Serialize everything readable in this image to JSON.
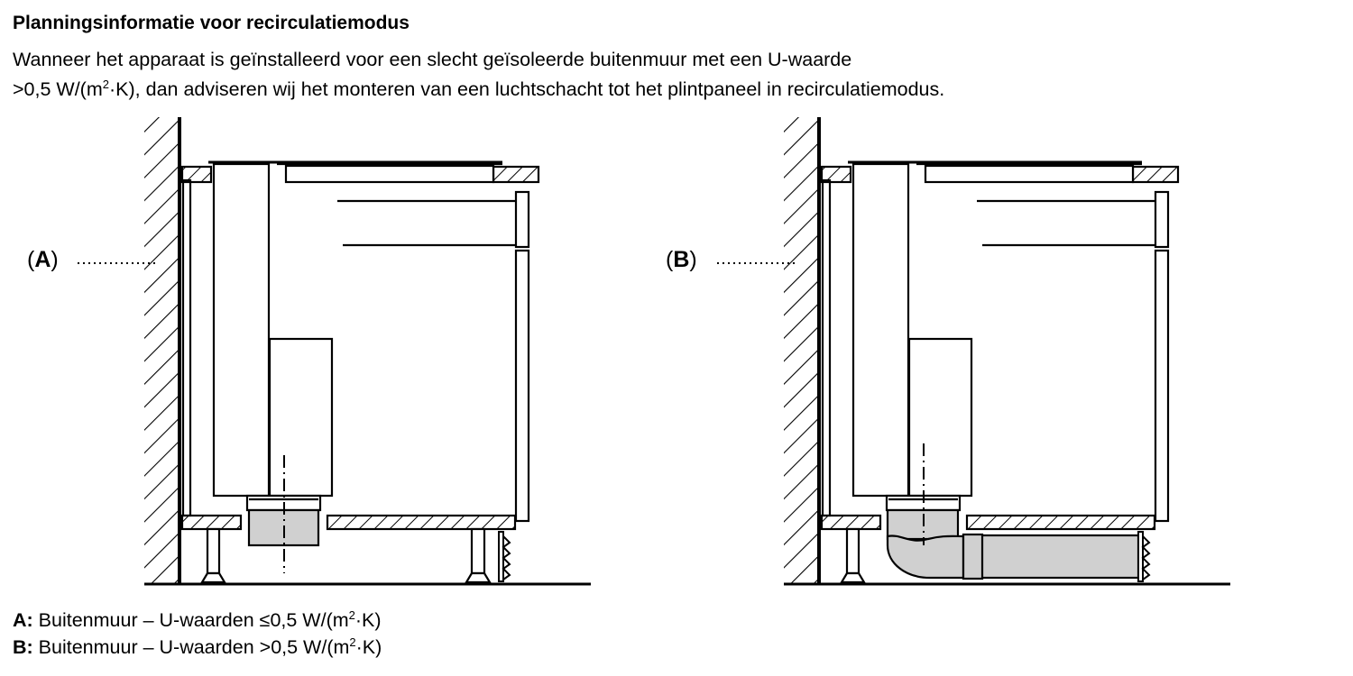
{
  "title": "Planningsinformatie voor recirculatiemodus",
  "paragraph": {
    "line1": "Wanneer het apparaat is geïnstalleerd voor een slecht geïsoleerde buitenmuur met een U-waarde",
    "line2_pre": ">0,5 W/(m",
    "line2_sup": "2",
    "line2_post": "·K), dan adviseren wij het monteren van een luchtschacht tot het plintpaneel in recirculatiemodus."
  },
  "diagrams": [
    {
      "label": "A",
      "open": "(",
      "close": ")"
    },
    {
      "label": "B",
      "open": "(",
      "close": ")"
    }
  ],
  "legend": [
    {
      "key": "A:",
      "text_pre": " Buitenmuur – U-waarden ≤0,5 W/(m",
      "sup": "2",
      "text_post": "·K)"
    },
    {
      "key": "B:",
      "text_pre": " Buitenmuur – U-waarden >0,5 W/(m",
      "sup": "2",
      "text_post": "·K)"
    }
  ],
  "colors": {
    "duct": "#d0d0d0",
    "line": "#000000"
  }
}
